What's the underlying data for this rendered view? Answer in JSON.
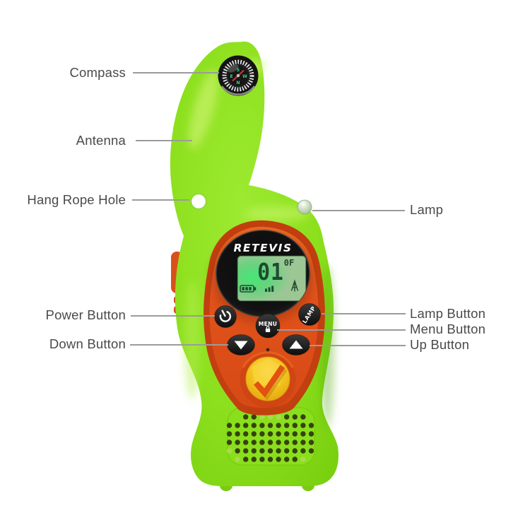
{
  "diagram": {
    "callouts_left": [
      {
        "label": "Compass"
      },
      {
        "label": "Antenna"
      },
      {
        "label": "Hang Rope Hole"
      },
      {
        "label": "Power Button"
      },
      {
        "label": "Down Button"
      }
    ],
    "callouts_right": [
      {
        "label": "Lamp"
      },
      {
        "label": "Lamp Button"
      },
      {
        "label": "Menu Button"
      },
      {
        "label": "Up Button"
      }
    ]
  },
  "device": {
    "brand": "RETEVIS",
    "lcd": {
      "channel": "01",
      "code": "0F"
    },
    "menu_button_label": "MENU",
    "lamp_button_label": "LAMP"
  },
  "colors": {
    "body_green": "#8de01e",
    "face_orange": "#e2521c",
    "accent_yellow": "#f3c11e",
    "lcd_glow": "#3fdc6e",
    "label_text": "#4a4a4a",
    "leader_line": "#9b9b9b"
  }
}
